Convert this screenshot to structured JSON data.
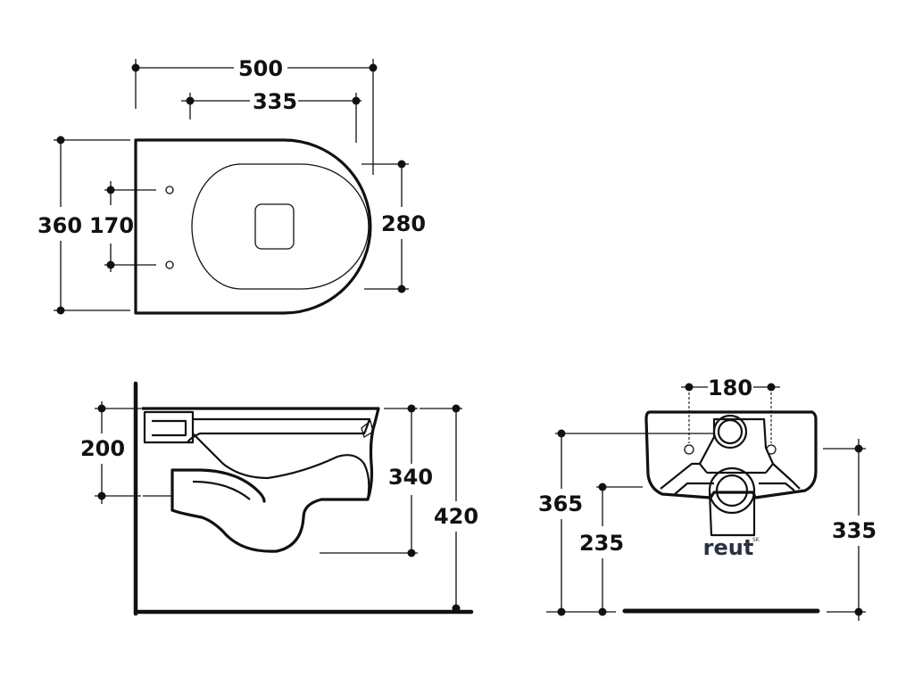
{
  "top_view": {
    "dimensions": {
      "overall_length": "500",
      "fixing_offset": "335",
      "overall_width": "360",
      "fixing_spacing": "170",
      "bowl_width": "280"
    }
  },
  "side_view": {
    "dimensions": {
      "inlet_height": "200",
      "bowl_depth": "340",
      "rim_height": "420"
    }
  },
  "rear_view": {
    "dimensions": {
      "bolt_spacing": "180",
      "bolt_height": "365",
      "outlet_height": "235",
      "inlet_height": "335"
    },
    "brand": {
      "name": "reut",
      "superscript": "SK"
    }
  }
}
